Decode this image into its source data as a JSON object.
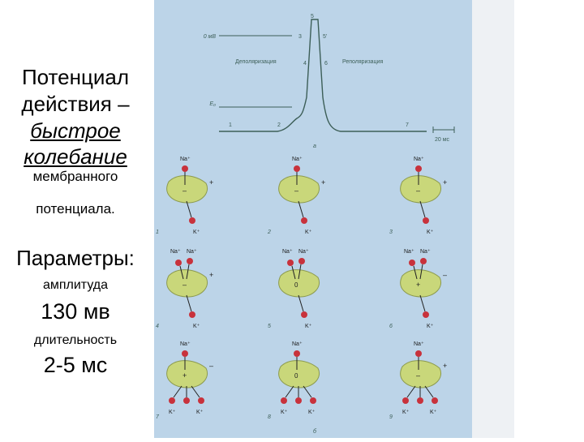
{
  "left": {
    "line1": "Потенциал",
    "line2": "действия –",
    "line3": "быстрое",
    "line4": "колебание",
    "line5": "мембранного",
    "line6": "потенциала.",
    "params_label": "Параметры:",
    "amplitude_label": "амплитуда",
    "amplitude_value": "130 мв",
    "duration_label": "длительность",
    "duration_value": "2-5 мс"
  },
  "graph": {
    "zero_label": "0 мВ",
    "depol_label": "Деполяризация",
    "repol_label": "Реполяризация",
    "rest_label": "E₀",
    "scale_label": "20 мс",
    "panel_letter": "а",
    "point_labels": [
      "1",
      "2",
      "3",
      "4",
      "5",
      "5'",
      "6",
      "7"
    ]
  },
  "cells": {
    "ion_na": "Na⁺",
    "ion_k": "K⁺",
    "plus": "+",
    "minus": "–",
    "zero": "0",
    "bottom_letter": "б",
    "numbers": [
      "1",
      "2",
      "3",
      "4",
      "5",
      "6",
      "7",
      "8",
      "9"
    ]
  },
  "colors": {
    "figure_bg": "#bcd4e8",
    "cell_fill": "#c9d77a",
    "ion_red": "#c8323c",
    "trace": "#3c5e57"
  }
}
